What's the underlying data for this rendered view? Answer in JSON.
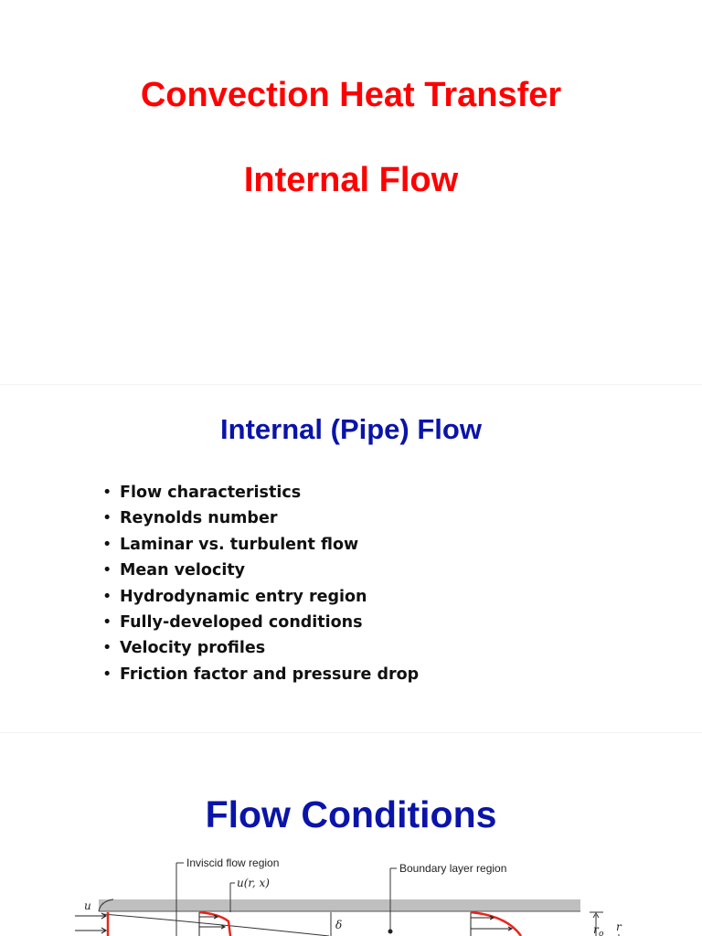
{
  "slide1": {
    "title": "Convection Heat Transfer",
    "subtitle": "Internal Flow"
  },
  "slide2": {
    "title": "Internal (Pipe) Flow",
    "bullet_glyph": "•",
    "bullets": [
      "Flow characteristics",
      "Reynolds number",
      "Laminar vs. turbulent flow",
      "Mean velocity",
      "Hydrodynamic entry region",
      "Fully-developed conditions",
      "Velocity profiles",
      "Friction factor and pressure drop"
    ]
  },
  "slide3": {
    "title": "Flow Conditions",
    "diagram": {
      "label_inviscid": "Inviscid flow region",
      "label_boundary": "Boundary layer region",
      "label_velocity": "u(r, x)",
      "label_u": "u",
      "label_delta": "δ",
      "label_r": "r",
      "label_r0": "r",
      "label_r0_sub": "o"
    }
  },
  "colors": {
    "title_red": "#ff0000",
    "title_blue": "#0a14a8",
    "profile_red": "#e8261c",
    "pipe_wall": "#bfbfbf"
  }
}
